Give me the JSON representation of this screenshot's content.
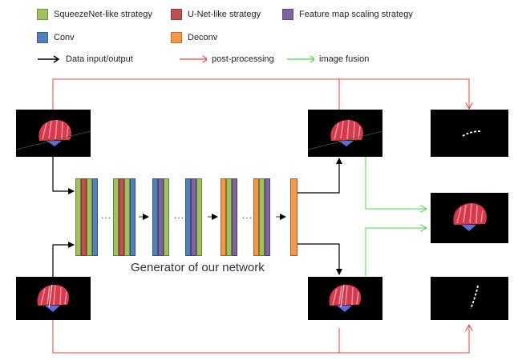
{
  "legend": {
    "squeezenet": {
      "label": "SqueezeNet-like strategy",
      "color": "#9dc35a"
    },
    "unet": {
      "label": "U-Net-like strategy",
      "color": "#c0504d"
    },
    "scaling": {
      "label": "Feature map scaling strategy",
      "color": "#8064a2"
    },
    "conv": {
      "label": "Conv",
      "color": "#4f81bd"
    },
    "deconv": {
      "label": "Deconv",
      "color": "#f79646"
    },
    "data_io": {
      "label": "Data input/output",
      "color": "#000000"
    },
    "post": {
      "label": "post-processing",
      "color": "#e8403a"
    },
    "fusion": {
      "label": "image fusion",
      "color": "#44dd44"
    }
  },
  "generator": {
    "caption": "Generator of our network",
    "ellipsis": "..."
  }
}
